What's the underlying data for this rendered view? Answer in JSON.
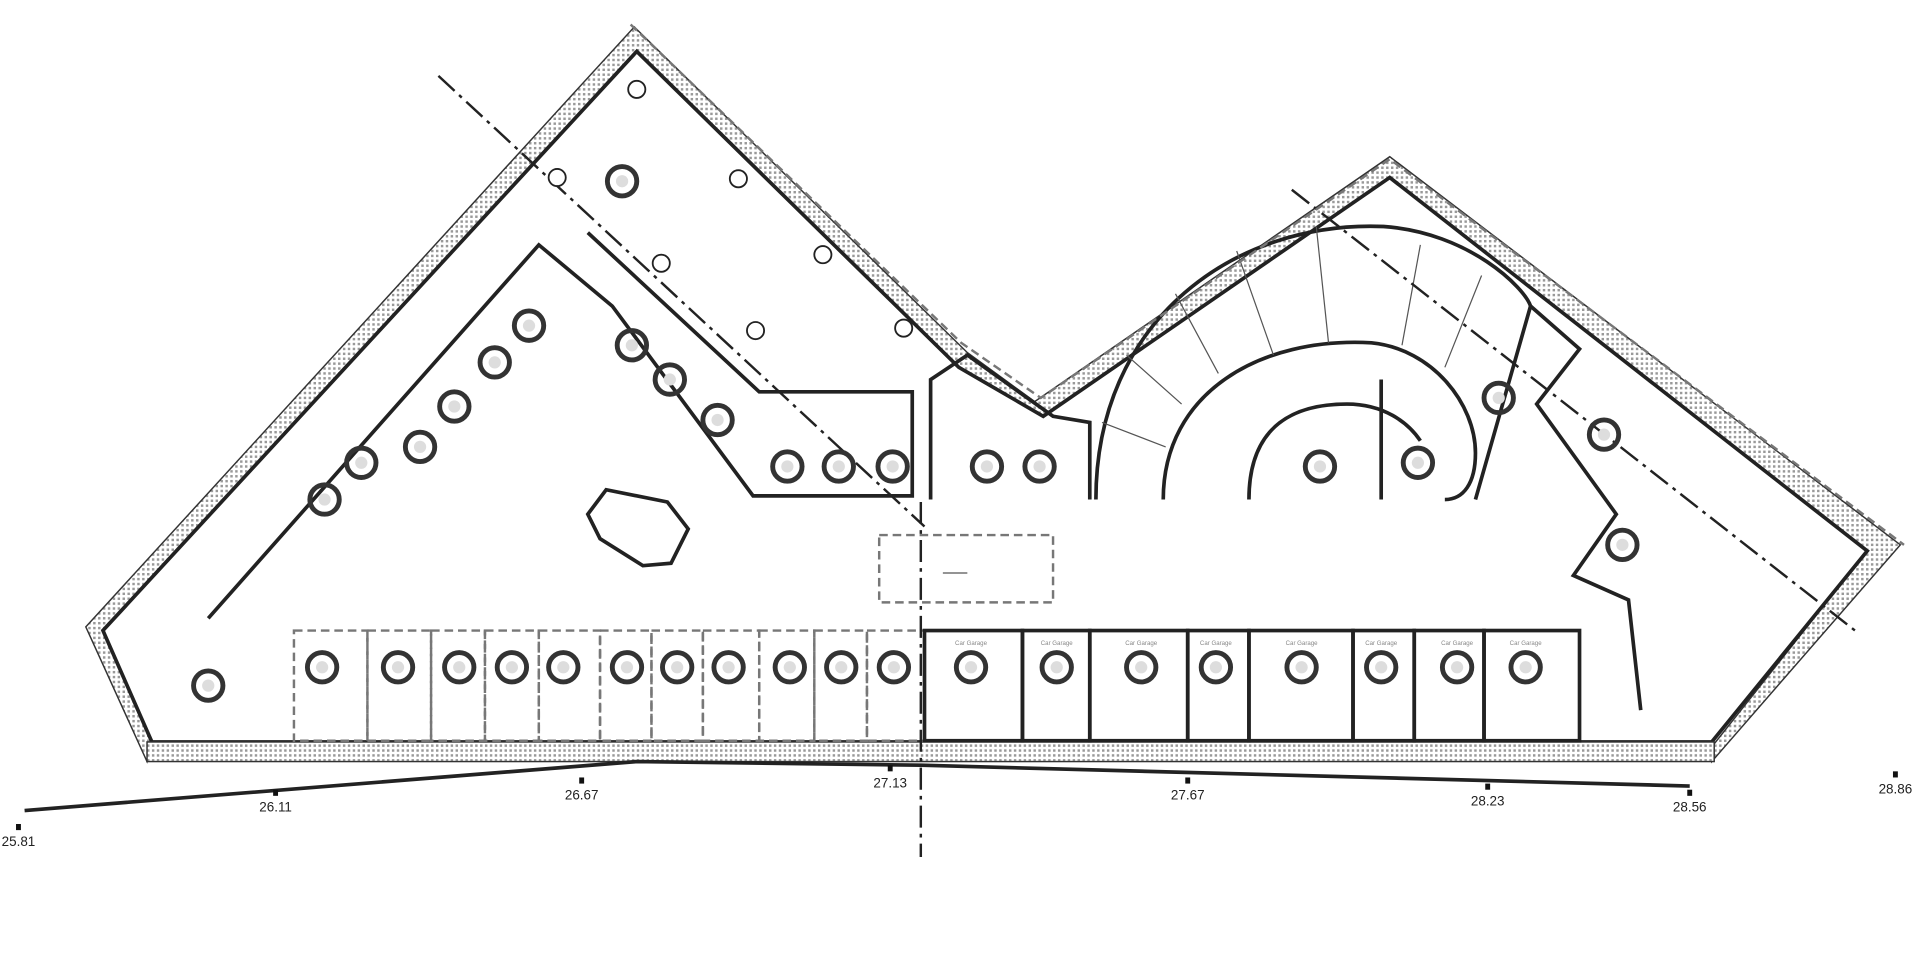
{
  "drawing": {
    "garage_label": "Car Garage",
    "elevations": [
      "25.81",
      "26.11",
      "26.67",
      "27.13",
      "27.67",
      "28.23",
      "28.56",
      "28.86"
    ],
    "colors": {
      "line": "#222222",
      "hatch": "#999999",
      "background": "#ffffff"
    }
  }
}
